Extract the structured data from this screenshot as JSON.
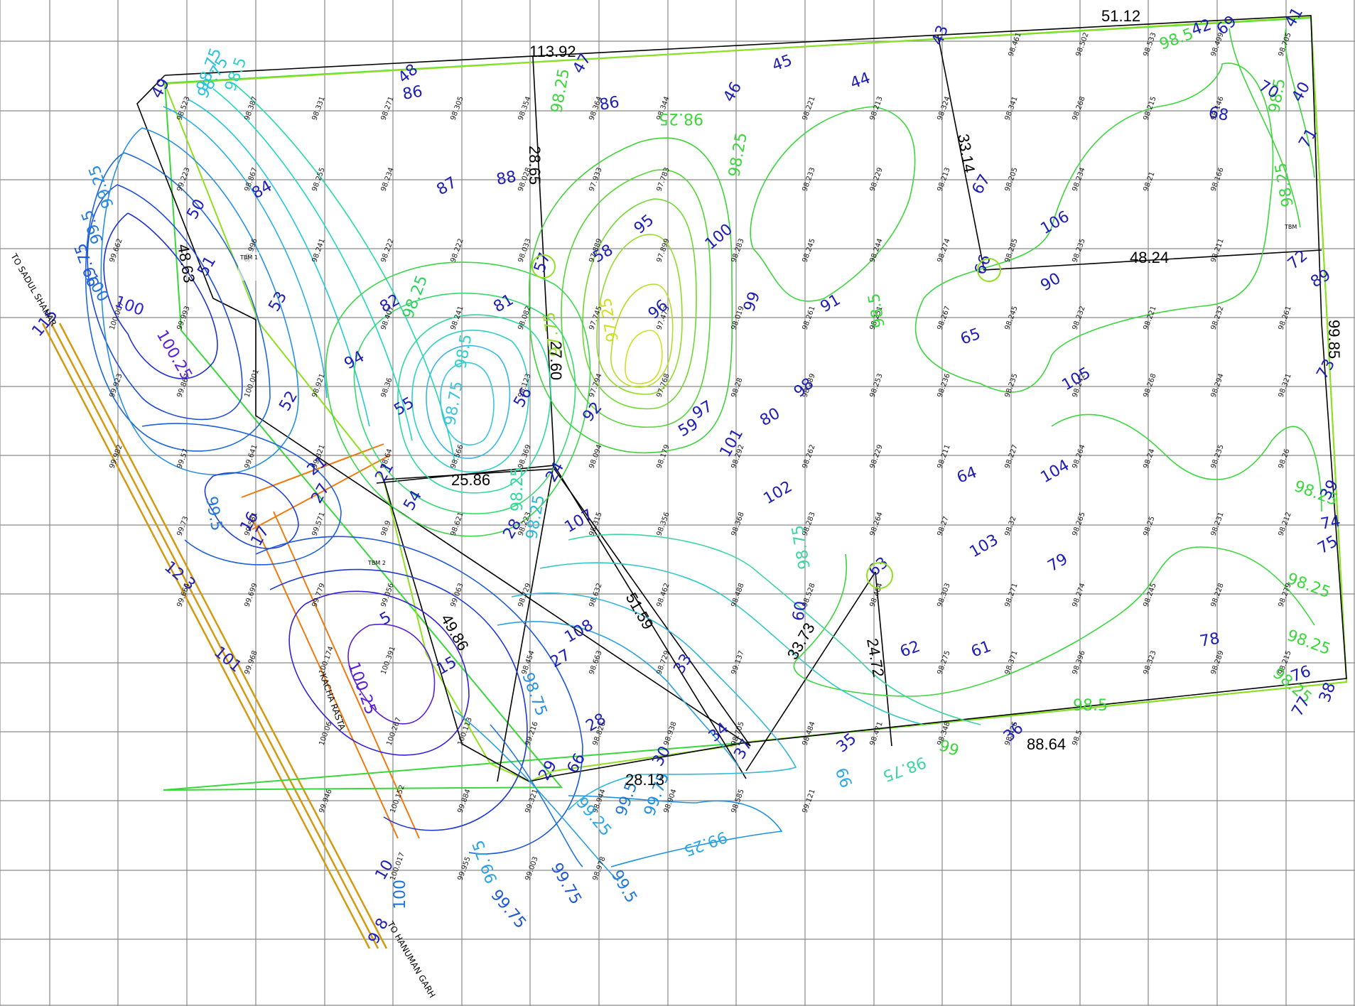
{
  "map": {
    "road_labels": {
      "sadul_shahar": "TO SADUL SHAHAR",
      "hanuman_garh": "TO HANUMAN GARH",
      "kacha_rasta": "KACHA RASTA"
    },
    "tbm_labels": [
      "TBM 1",
      "TBM 2",
      "TBM"
    ],
    "boundary_distances": [
      "113.92",
      "51.12",
      "99.85",
      "88.64",
      "28.13",
      "51.59",
      "49.86",
      "25.86",
      "27.60",
      "28.65",
      "48.63",
      "33.14",
      "48.24",
      "33.73",
      "24.72"
    ],
    "colors": {
      "grid": "#8a8a8a",
      "boundary": "#000000",
      "outer_green": "#39d83a",
      "station_label": "#1d1db8",
      "road": "#d39a10",
      "kacha_rasta": "#f07a10"
    }
  }
}
